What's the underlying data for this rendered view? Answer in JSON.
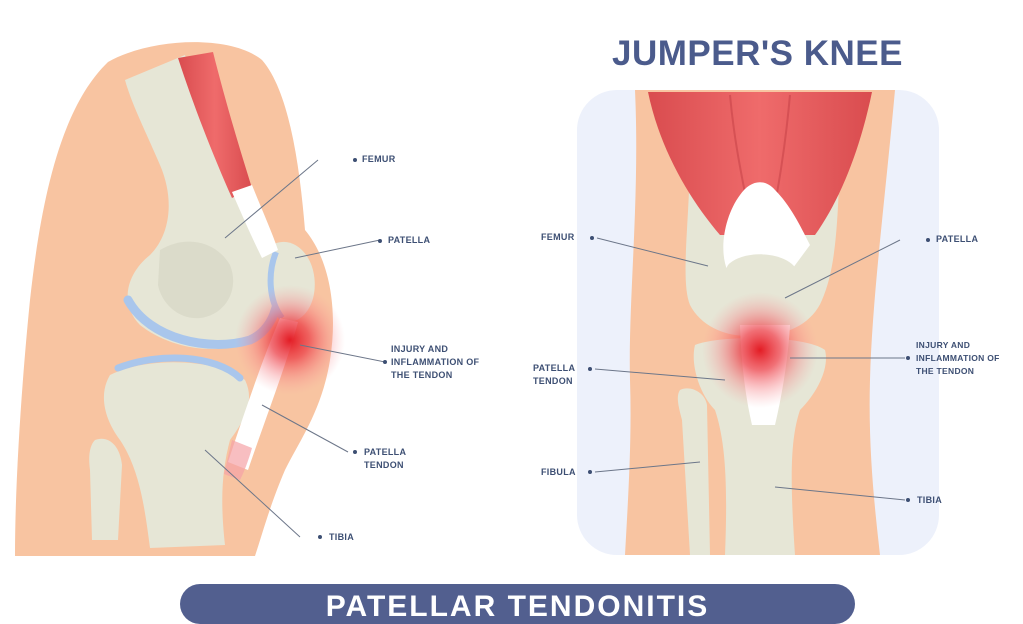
{
  "title": "JUMPER'S KNEE",
  "banner": "PATELLAR TENDONITIS",
  "side_view": {
    "labels": {
      "femur": "FEMUR",
      "patella": "PATELLA",
      "injury": [
        "INJURY AND",
        "INFLAMMATION OF",
        "THE TENDON"
      ],
      "patella_tendon": [
        "PATELLA",
        "TENDON"
      ],
      "tibia": "TIBIA"
    }
  },
  "front_view": {
    "labels": {
      "femur": "FEMUR",
      "patella": "PATELLA",
      "injury": [
        "INJURY AND",
        "INFLAMMATION OF",
        "THE TENDON"
      ],
      "patella_tendon": [
        "PATELLA",
        "TENDON"
      ],
      "fibula": "FIBULA",
      "tibia": "TIBIA"
    }
  },
  "colors": {
    "skin": "#f8c4a1",
    "bone": "#e6e6d6",
    "muscle": "#e0585a",
    "tendon": "#ffffff",
    "cartilage": "#a9c6ec",
    "inflammation": "#e31c24",
    "panel_bg": "#edf1fb",
    "label_text": "#3d4f73",
    "title_text": "#4b5b8c",
    "banner_bg": "#525f8f"
  }
}
